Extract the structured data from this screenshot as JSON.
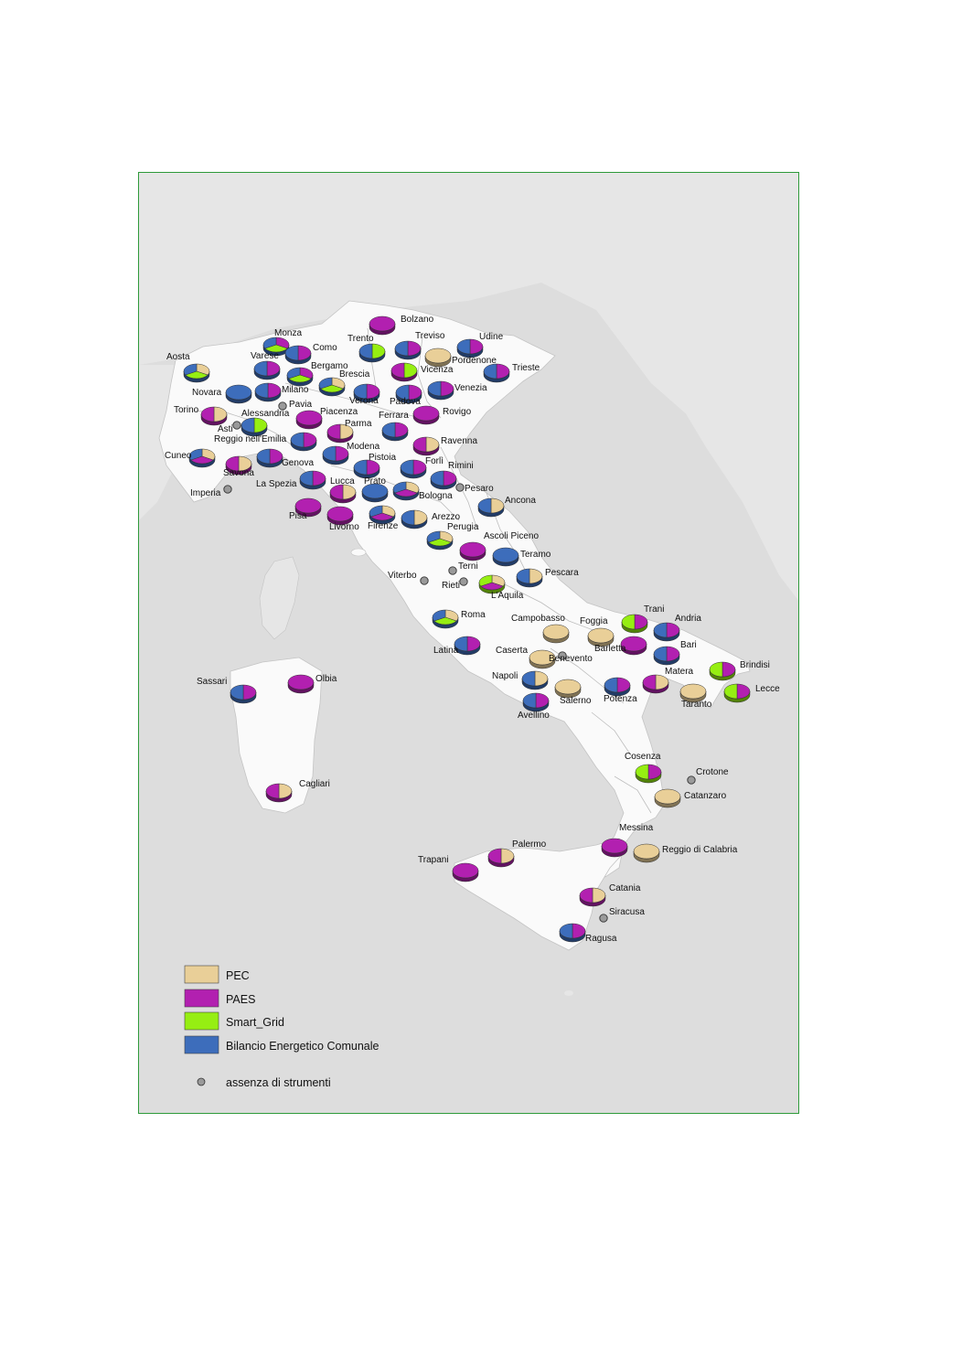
{
  "colors": {
    "pec": "#e9cf98",
    "paes": "#b220b0",
    "smart_grid": "#96ee12",
    "bilancio": "#3d6dbb",
    "none": "#9a9a9a",
    "land": "#fafafa",
    "sea": "#dddddd",
    "frame": "#2e9a3a"
  },
  "legend": {
    "items": [
      {
        "key": "pec",
        "label": "PEC"
      },
      {
        "key": "paes",
        "label": "PAES"
      },
      {
        "key": "smart_grid",
        "label": "Smart_Grid"
      },
      {
        "key": "bilancio",
        "label": "Bilancio Energetico Comunale"
      }
    ],
    "none_label": "assenza di strumenti"
  },
  "cities": [
    {
      "name": "Bolzano",
      "tools": [
        "paes"
      ]
    },
    {
      "name": "Monza",
      "tools": [
        "paes",
        "smart_grid",
        "bilancio"
      ]
    },
    {
      "name": "Trento",
      "tools": [
        "smart_grid",
        "bilancio"
      ]
    },
    {
      "name": "Treviso",
      "tools": [
        "paes",
        "bilancio"
      ]
    },
    {
      "name": "Udine",
      "tools": [
        "paes",
        "bilancio"
      ]
    },
    {
      "name": "Como",
      "tools": [
        "paes",
        "bilancio"
      ]
    },
    {
      "name": "Aosta",
      "tools": [
        "pec",
        "smart_grid",
        "bilancio"
      ]
    },
    {
      "name": "Varese",
      "tools": [
        "paes",
        "bilancio"
      ]
    },
    {
      "name": "Pordenone",
      "tools": [
        "pec"
      ]
    },
    {
      "name": "Bergamo",
      "tools": [
        "paes",
        "smart_grid",
        "bilancio"
      ]
    },
    {
      "name": "Vicenza",
      "tools": [
        "smart_grid",
        "paes"
      ]
    },
    {
      "name": "Trieste",
      "tools": [
        "paes",
        "bilancio"
      ]
    },
    {
      "name": "Brescia",
      "tools": [
        "pec",
        "smart_grid",
        "bilancio"
      ]
    },
    {
      "name": "Novara",
      "tools": [
        "bilancio"
      ]
    },
    {
      "name": "Milano",
      "tools": [
        "paes",
        "bilancio"
      ]
    },
    {
      "name": "Venezia",
      "tools": [
        "paes",
        "bilancio"
      ]
    },
    {
      "name": "Verona",
      "tools": [
        "paes",
        "bilancio"
      ]
    },
    {
      "name": "Padova",
      "tools": [
        "paes",
        "bilancio"
      ]
    },
    {
      "name": "Pavia",
      "tools": []
    },
    {
      "name": "Torino",
      "tools": [
        "pec",
        "paes"
      ]
    },
    {
      "name": "Rovigo",
      "tools": [
        "paes"
      ]
    },
    {
      "name": "Alessandria",
      "tools": [
        "smart_grid",
        "bilancio"
      ]
    },
    {
      "name": "Piacenza",
      "tools": [
        "paes"
      ]
    },
    {
      "name": "Asti",
      "tools": []
    },
    {
      "name": "Parma",
      "tools": [
        "pec",
        "paes"
      ]
    },
    {
      "name": "Ferrara",
      "tools": [
        "paes",
        "bilancio"
      ]
    },
    {
      "name": "Reggio nell'Emilia",
      "tools": [
        "paes",
        "bilancio"
      ]
    },
    {
      "name": "Ravenna",
      "tools": [
        "pec",
        "paes"
      ]
    },
    {
      "name": "Cuneo",
      "tools": [
        "pec",
        "paes",
        "bilancio"
      ]
    },
    {
      "name": "Modena",
      "tools": [
        "paes",
        "bilancio"
      ]
    },
    {
      "name": "Savona",
      "tools": [
        "pec",
        "paes"
      ]
    },
    {
      "name": "Genova",
      "tools": [
        "paes",
        "bilancio"
      ]
    },
    {
      "name": "Pistoia",
      "tools": [
        "paes",
        "bilancio"
      ]
    },
    {
      "name": "Forlì",
      "tools": [
        "paes",
        "bilancio"
      ]
    },
    {
      "name": "Rimini",
      "tools": [
        "paes",
        "bilancio"
      ]
    },
    {
      "name": "La Spezia",
      "tools": [
        "paes",
        "bilancio"
      ]
    },
    {
      "name": "Lucca",
      "tools": [
        "pec",
        "paes"
      ]
    },
    {
      "name": "Prato",
      "tools": [
        "bilancio"
      ]
    },
    {
      "name": "Imperia",
      "tools": []
    },
    {
      "name": "Pesaro",
      "tools": []
    },
    {
      "name": "Bologna",
      "tools": [
        "pec",
        "paes",
        "bilancio"
      ]
    },
    {
      "name": "Ancona",
      "tools": [
        "pec",
        "bilancio"
      ]
    },
    {
      "name": "Pisa",
      "tools": [
        "paes"
      ]
    },
    {
      "name": "Livorno",
      "tools": [
        "paes"
      ]
    },
    {
      "name": "Firenze",
      "tools": [
        "pec",
        "paes",
        "bilancio"
      ]
    },
    {
      "name": "Arezzo",
      "tools": [
        "pec",
        "bilancio"
      ]
    },
    {
      "name": "Perugia",
      "tools": [
        "pec",
        "smart_grid",
        "bilancio"
      ]
    },
    {
      "name": "Ascoli Piceno",
      "tools": [
        "paes"
      ]
    },
    {
      "name": "Teramo",
      "tools": [
        "bilancio"
      ]
    },
    {
      "name": "Terni",
      "tools": []
    },
    {
      "name": "Viterbo",
      "tools": []
    },
    {
      "name": "Rieti",
      "tools": []
    },
    {
      "name": "Pescara",
      "tools": [
        "pec",
        "bilancio"
      ]
    },
    {
      "name": "L'Aquila",
      "tools": [
        "pec",
        "paes",
        "smart_grid"
      ]
    },
    {
      "name": "Trani",
      "tools": [
        "paes",
        "smart_grid"
      ]
    },
    {
      "name": "Andria",
      "tools": [
        "paes",
        "bilancio"
      ]
    },
    {
      "name": "Campobasso",
      "tools": [
        "pec"
      ]
    },
    {
      "name": "Foggia",
      "tools": [
        "pec"
      ]
    },
    {
      "name": "Roma",
      "tools": [
        "pec",
        "smart_grid",
        "bilancio"
      ]
    },
    {
      "name": "Barletta",
      "tools": [
        "paes"
      ]
    },
    {
      "name": "Bari",
      "tools": [
        "paes",
        "bilancio"
      ]
    },
    {
      "name": "Latina",
      "tools": [
        "paes",
        "bilancio"
      ]
    },
    {
      "name": "Caserta",
      "tools": [
        "pec"
      ]
    },
    {
      "name": "Benevento",
      "tools": []
    },
    {
      "name": "Brindisi",
      "tools": [
        "paes",
        "smart_grid"
      ]
    },
    {
      "name": "Napoli",
      "tools": [
        "pec",
        "bilancio"
      ]
    },
    {
      "name": "Matera",
      "tools": [
        "pec",
        "paes"
      ]
    },
    {
      "name": "Lecce",
      "tools": [
        "paes",
        "smart_grid"
      ]
    },
    {
      "name": "Sassari",
      "tools": [
        "paes",
        "bilancio"
      ]
    },
    {
      "name": "Olbia",
      "tools": [
        "paes"
      ]
    },
    {
      "name": "Salerno",
      "tools": [
        "pec"
      ]
    },
    {
      "name": "Potenza",
      "tools": [
        "paes",
        "bilancio"
      ]
    },
    {
      "name": "Taranto",
      "tools": [
        "pec"
      ]
    },
    {
      "name": "Avellino",
      "tools": [
        "paes",
        "bilancio"
      ]
    },
    {
      "name": "Cosenza",
      "tools": [
        "paes",
        "smart_grid"
      ]
    },
    {
      "name": "Crotone",
      "tools": []
    },
    {
      "name": "Cagliari",
      "tools": [
        "pec",
        "paes"
      ]
    },
    {
      "name": "Catanzaro",
      "tools": [
        "pec"
      ]
    },
    {
      "name": "Messina",
      "tools": [
        "paes"
      ]
    },
    {
      "name": "Reggio di Calabria",
      "tools": [
        "pec"
      ]
    },
    {
      "name": "Palermo",
      "tools": [
        "pec",
        "paes"
      ]
    },
    {
      "name": "Trapani",
      "tools": [
        "paes"
      ]
    },
    {
      "name": "Catania",
      "tools": [
        "pec",
        "paes"
      ]
    },
    {
      "name": "Siracusa",
      "tools": []
    },
    {
      "name": "Ragusa",
      "tools": [
        "paes",
        "bilancio"
      ]
    }
  ]
}
